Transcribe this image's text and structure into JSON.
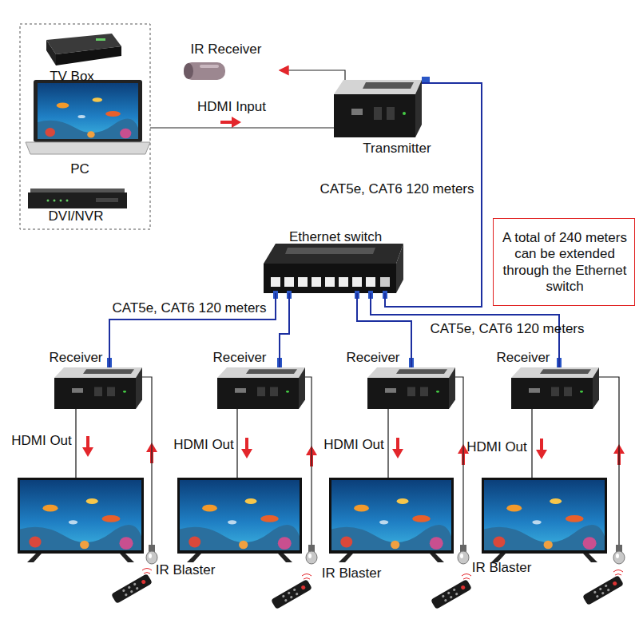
{
  "diagram": {
    "nodes": [
      {
        "text": [
          "TV Box"
        ]
      },
      {
        "text": [
          "PC"
        ]
      },
      {
        "text": [
          "DVI/NVR"
        ]
      },
      {
        "text": [
          "IR Receiver"
        ]
      },
      {
        "text": [
          "Transmitter"
        ]
      },
      {
        "text": [
          "Ethernet switch"
        ]
      },
      {
        "text": [
          "A total of 240 meters can be extended through the Ethernet switch"
        ]
      },
      {
        "text": [
          "Receiver"
        ]
      },
      {
        "text": [
          "Receiver"
        ]
      },
      {
        "text": [
          "Receiver"
        ]
      },
      {
        "text": [
          "Receiver"
        ]
      },
      {
        "text": [
          "IR Blaster"
        ]
      },
      {
        "text": [
          "IR Blaster"
        ]
      },
      {
        "text": [
          "IR Blaster"
        ]
      }
    ],
    "edges": [
      {
        "from": 4,
        "to": 3,
        "arrow": "to"
      },
      {
        "from": 1,
        "to": 4,
        "label": "HDMI Input",
        "arrow": "none"
      },
      {
        "from": 4,
        "to": 5,
        "label": "CAT5e, CAT6 120 meters",
        "arrow": "none"
      },
      {
        "from": 5,
        "to": 7,
        "label": "CAT5e, CAT6 120 meters",
        "arrow": "none"
      },
      {
        "from": 5,
        "to": 8,
        "arrow": "none"
      },
      {
        "from": 5,
        "to": 9,
        "arrow": "none"
      },
      {
        "from": 5,
        "to": 10,
        "label": "CAT5e, CAT6 120 meters",
        "arrow": "none"
      },
      {
        "from": 7,
        "to": 11,
        "arrow": "none"
      },
      {
        "from": 8,
        "to": 12,
        "arrow": "none"
      },
      {
        "from": 9,
        "to": 13,
        "arrow": "none"
      }
    ],
    "labels": [
      "HDMI Out",
      "HDMI Out",
      "HDMI Out",
      "HDMI Out"
    ]
  }
}
